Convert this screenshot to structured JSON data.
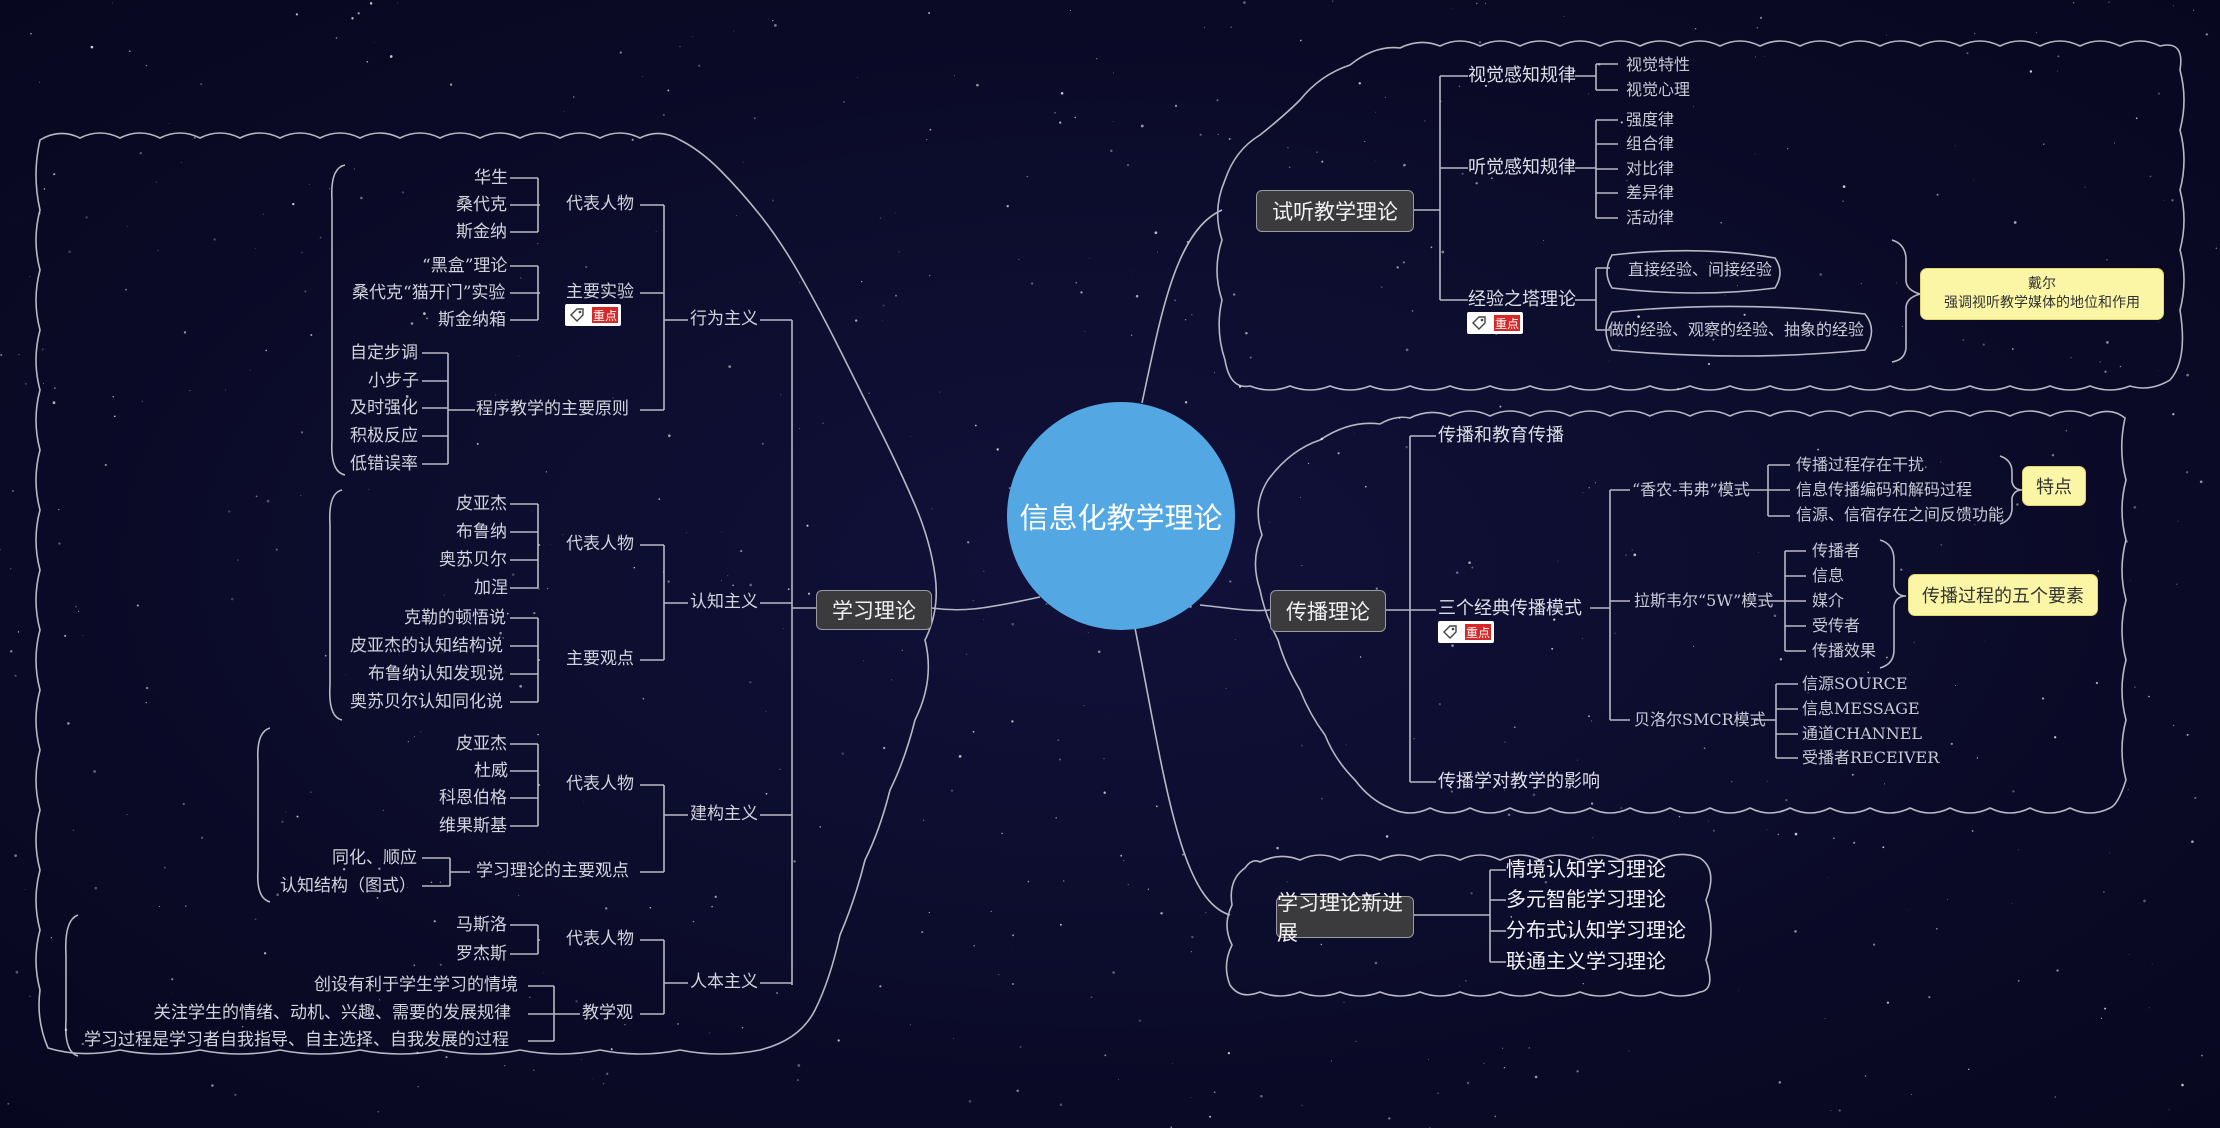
{
  "center": "信息化教学理论",
  "tag_label": "重点",
  "learning": {
    "title": "学习理论",
    "behaviorism": {
      "title": "行为主义",
      "rep_label": "代表人物",
      "rep": [
        "华生",
        "桑代克",
        "斯金纳"
      ],
      "exp_label": "主要实验",
      "exp": [
        "“黑盒”理论",
        "桑代克“猫开门”实验",
        "斯金纳箱"
      ],
      "prin_label": "程序教学的主要原则",
      "prin": [
        "自定步调",
        "小步子",
        "及时强化",
        "积极反应",
        "低错误率"
      ]
    },
    "cognitivism": {
      "title": "认知主义",
      "rep_label": "代表人物",
      "rep": [
        "皮亚杰",
        "布鲁纳",
        "奥苏贝尔",
        "加涅"
      ],
      "view_label": "主要观点",
      "views": [
        "克勒的顿悟说",
        "皮亚杰的认知结构说",
        "布鲁纳认知发现说",
        "奥苏贝尔认知同化说"
      ]
    },
    "constructivism": {
      "title": "建构主义",
      "rep_label": "代表人物",
      "rep": [
        "皮亚杰",
        "杜威",
        "科恩伯格",
        "维果斯基"
      ],
      "view_label": "学习理论的主要观点",
      "views": [
        "同化、顺应",
        "认知结构（图式）"
      ]
    },
    "humanism": {
      "title": "人本主义",
      "rep_label": "代表人物",
      "rep": [
        "马斯洛",
        "罗杰斯"
      ],
      "view_label": "教学观",
      "views": [
        "创设有利于学生学习的情境",
        "关注学生的情绪、动机、兴趣、需要的发展规律",
        "学习过程是学习者自我指导、自主选择、自我发展的过程"
      ]
    }
  },
  "audiovisual": {
    "title": "试听教学理论",
    "visual": {
      "title": "视觉感知规律",
      "items": [
        "视觉特性",
        "视觉心理"
      ]
    },
    "auditory": {
      "title": "听觉感知规律",
      "items": [
        "强度律",
        "组合律",
        "对比律",
        "差异律",
        "活动律"
      ]
    },
    "cone": {
      "title": "经验之塔理论",
      "items": [
        "直接经验、间接经验",
        "做的经验、观察的经验、抽象的经验"
      ]
    },
    "note": {
      "line1": "戴尔",
      "line2": "强调视听教学媒体的地位和作用"
    }
  },
  "communication": {
    "title": "传播理论",
    "b1": "传播和教育传播",
    "b2": "三个经典传播模式",
    "b3": "传播学对教学的影响",
    "shannon": {
      "title": "“香农-韦弗”模式",
      "items": [
        "传播过程存在干扰",
        "信息传播编码和解码过程",
        "信源、信宿存在之间反馈功能"
      ],
      "note": "特点"
    },
    "lasswell": {
      "title": "拉斯韦尔“5W”模式",
      "items": [
        "传播者",
        "信息",
        "媒介",
        "受传者",
        "传播效果"
      ],
      "note": "传播过程的五个要素"
    },
    "berlo": {
      "title": "贝洛尔SMCR模式",
      "items": [
        "信源SOURCE",
        "信息MESSAGE",
        "通道CHANNEL",
        "受播者RECEIVER"
      ]
    }
  },
  "newprogress": {
    "title": "学习理论新进展",
    "items": [
      "情境认知学习理论",
      "多元智能学习理论",
      "分布式认知学习理论",
      "联通主义学习理论"
    ]
  }
}
